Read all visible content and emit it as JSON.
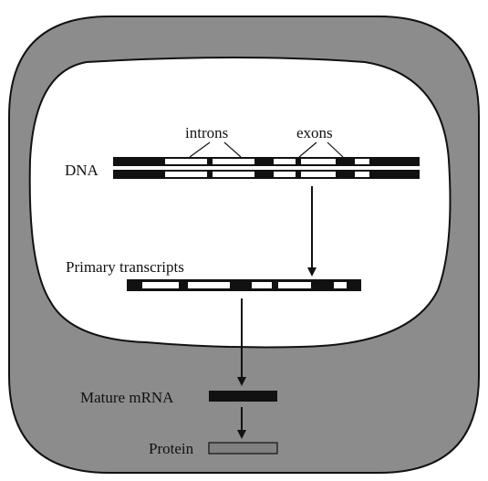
{
  "labels": {
    "introns": "introns",
    "exons": "exons",
    "dna": "DNA",
    "primary_transcripts": "Primary transcripts",
    "mature_mrna": "Mature mRNA",
    "protein": "Protein"
  },
  "colors": {
    "cytoplasm": "#8c8c8c",
    "nucleus": "#ffffff",
    "outline": "#111111",
    "exon_block": "#111111",
    "intron_block": "#ffffff",
    "protein_bar": "#808080"
  }
}
